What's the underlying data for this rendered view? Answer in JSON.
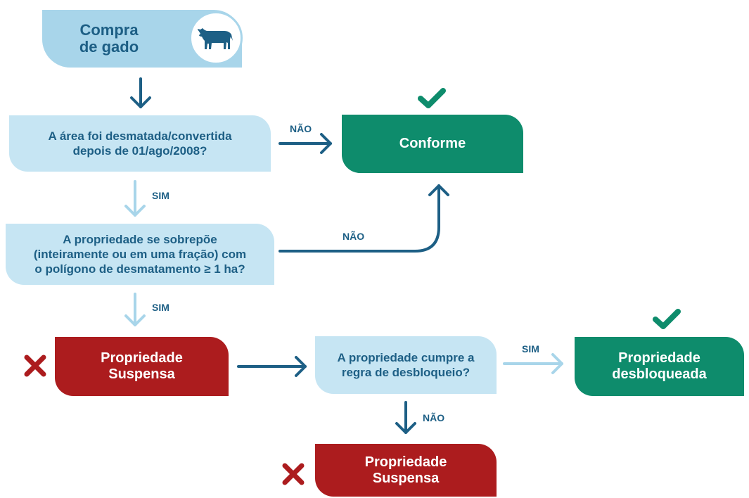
{
  "start": {
    "label": "Compra\nde gado",
    "icon": "cow-icon"
  },
  "q1": {
    "label": "A área foi desmatada/convertida\ndepois de 01/ago/2008?"
  },
  "q2": {
    "label": "A propriedade se sobrepõe\n(inteiramente ou em uma fração) com\no polígono de desmatamento ≥ 1 ha?"
  },
  "q3": {
    "label": "A propriedade cumpre a\nregra de desbloqueio?"
  },
  "conforme": {
    "label": "Conforme"
  },
  "suspensa1": {
    "label": "Propriedade\nSuspensa"
  },
  "suspensa2": {
    "label": "Propriedade\nSuspensa"
  },
  "desbloqueada": {
    "label": "Propriedade\ndesbloqueada"
  },
  "edges": {
    "q1_nao": "NÃO",
    "q1_sim": "SIM",
    "q2_nao": "NÃO",
    "q2_sim": "SIM",
    "q3_sim": "SIM",
    "q3_nao": "NÃO"
  },
  "colors": {
    "dark_blue": "#1d5f85",
    "light_blue": "#a8d5ea",
    "pale_blue": "#c6e5f3",
    "green": "#0e8c6c",
    "red": "#ac1c1e"
  }
}
